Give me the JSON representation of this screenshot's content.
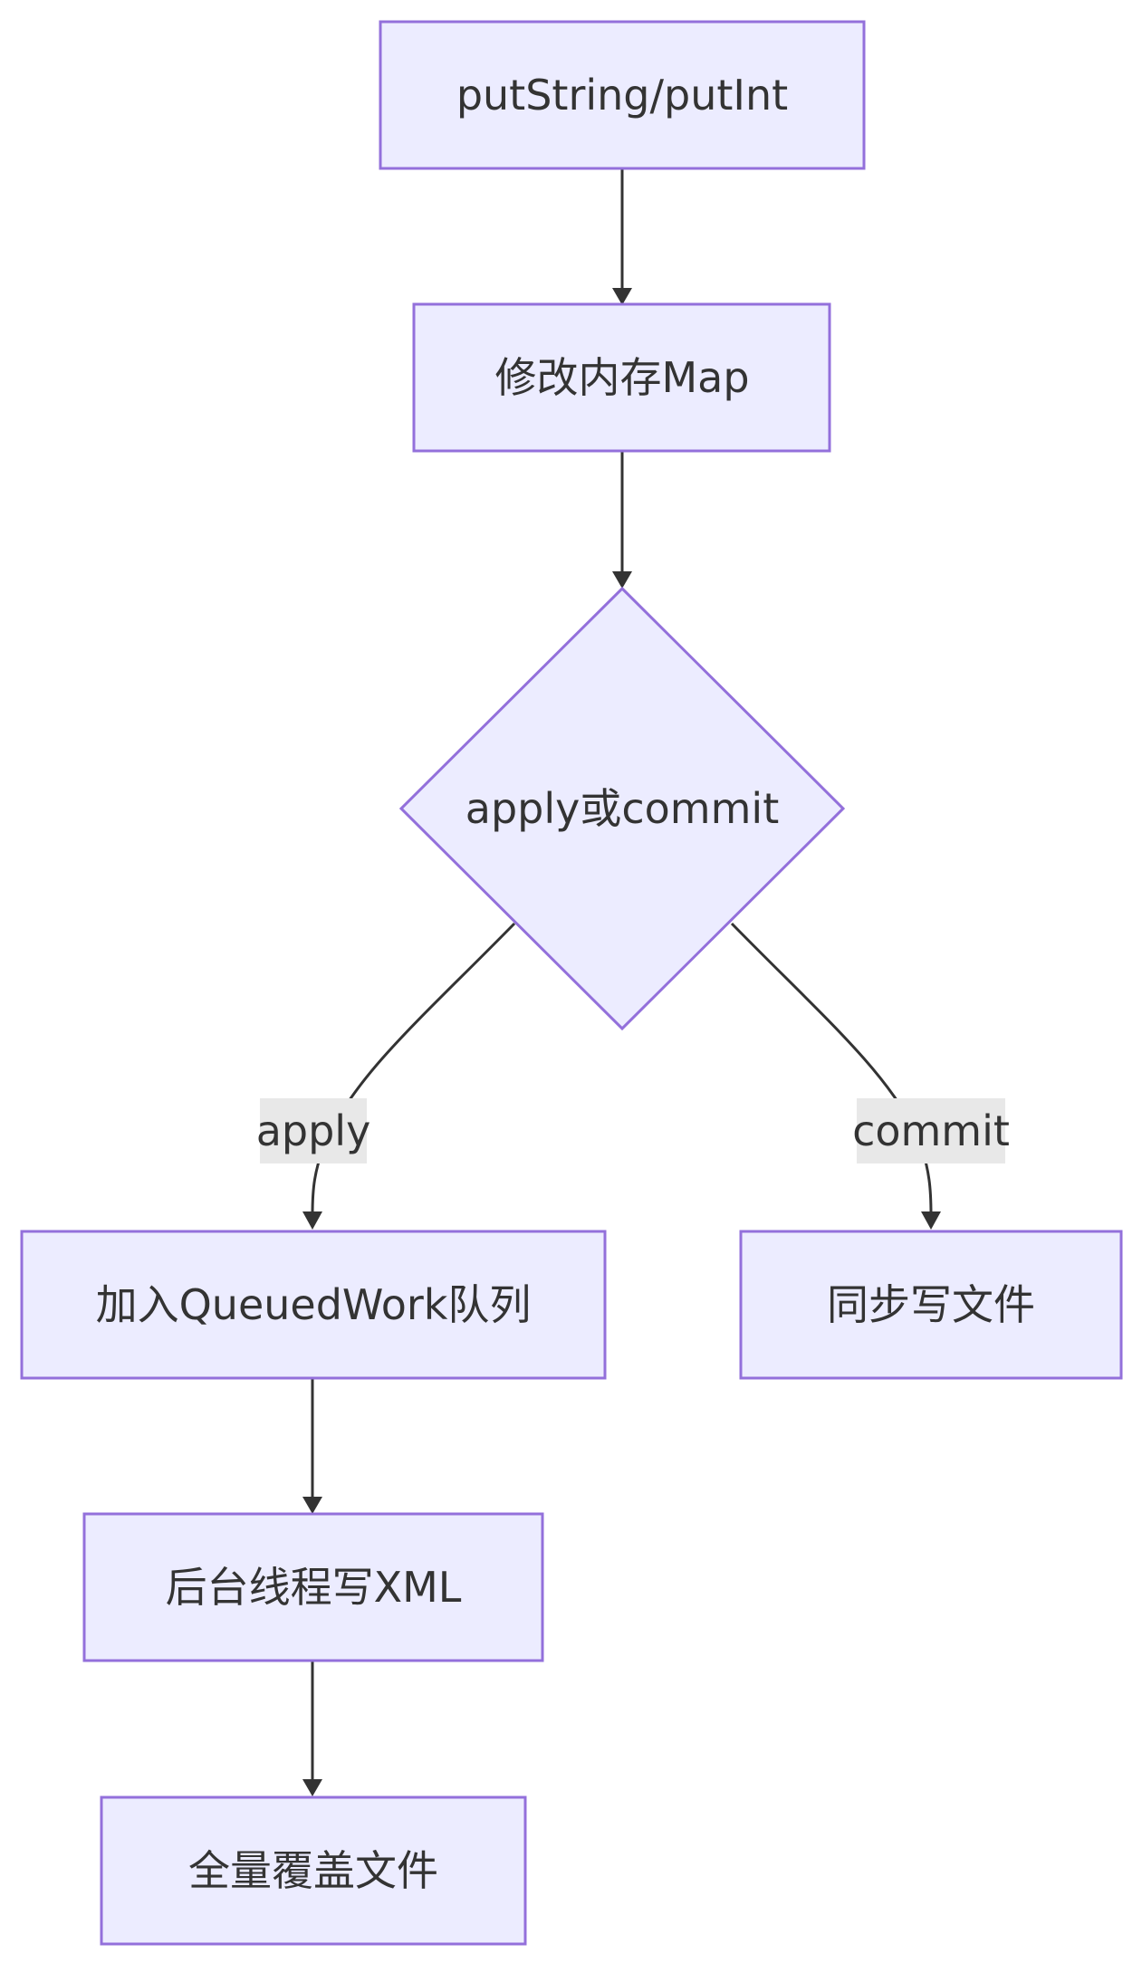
{
  "nodes": {
    "put": {
      "label": "putString/putInt"
    },
    "modify_map": {
      "label": "修改内存Map"
    },
    "decision": {
      "label": "apply或commit"
    },
    "queued_work": {
      "label": "加入QueuedWork队列"
    },
    "sync_write": {
      "label": "同步写文件"
    },
    "bg_thread": {
      "label": "后台线程写XML"
    },
    "full_overwrite": {
      "label": "全量覆盖文件"
    }
  },
  "edges": {
    "apply_label": "apply",
    "commit_label": "commit"
  },
  "colors": {
    "node_fill": "#ececff",
    "node_stroke": "#9370db",
    "edge": "#333333",
    "label_bg": "#e8e8e8",
    "text": "#333333"
  }
}
